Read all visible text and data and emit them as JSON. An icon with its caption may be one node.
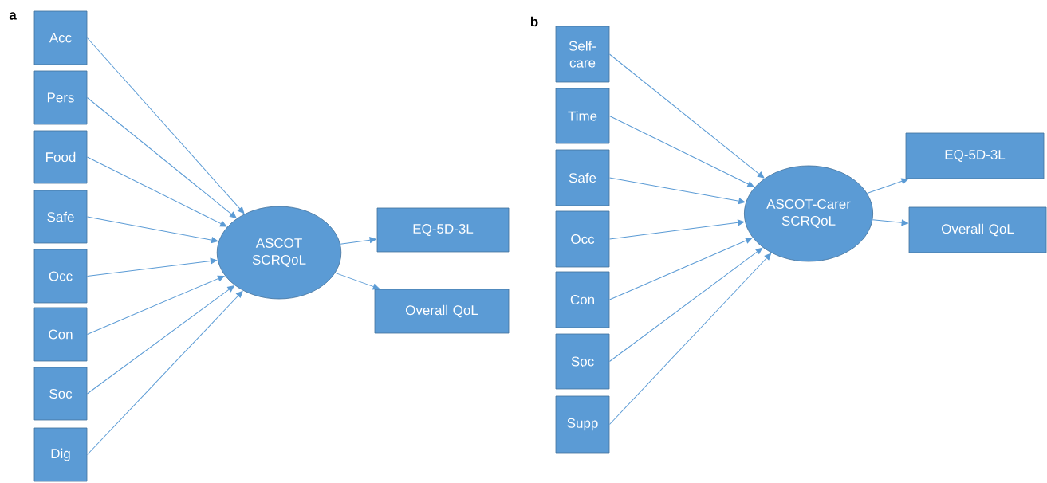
{
  "diagram": {
    "nodes": [
      {
        "text": [
          "Acc"
        ]
      },
      {
        "text": [
          "Pers"
        ]
      },
      {
        "text": [
          "Food"
        ]
      },
      {
        "text": [
          "Safe"
        ]
      },
      {
        "text": [
          "Occ"
        ]
      },
      {
        "text": [
          "Con"
        ]
      },
      {
        "text": [
          "Soc"
        ]
      },
      {
        "text": [
          "Dig"
        ]
      },
      {
        "text": [
          "ASCOT SCRQoL"
        ]
      },
      {
        "text": [
          "EQ-5D-3L"
        ]
      },
      {
        "text": [
          "Overall QoL"
        ]
      },
      {
        "text": [
          "Self-care"
        ]
      },
      {
        "text": [
          "Time"
        ]
      },
      {
        "text": [
          "Safe"
        ]
      },
      {
        "text": [
          "Occ"
        ]
      },
      {
        "text": [
          "Con"
        ]
      },
      {
        "text": [
          "Soc"
        ]
      },
      {
        "text": [
          "Supp"
        ]
      },
      {
        "text": [
          "ASCOT-Carer SCRQoL"
        ]
      },
      {
        "text": [
          "EQ-5D-3L"
        ]
      },
      {
        "text": [
          "Overall QoL"
        ]
      }
    ],
    "edges": [
      {
        "from": 0,
        "to": 8,
        "arrow": "to"
      },
      {
        "from": 1,
        "to": 8,
        "arrow": "to"
      },
      {
        "from": 2,
        "to": 8,
        "arrow": "to"
      },
      {
        "from": 3,
        "to": 8,
        "arrow": "to"
      },
      {
        "from": 4,
        "to": 8,
        "arrow": "to"
      },
      {
        "from": 5,
        "to": 8,
        "arrow": "to"
      },
      {
        "from": 6,
        "to": 8,
        "arrow": "to"
      },
      {
        "from": 7,
        "to": 8,
        "arrow": "to"
      },
      {
        "from": 8,
        "to": 9,
        "arrow": "to"
      },
      {
        "from": 8,
        "to": 10,
        "arrow": "to"
      },
      {
        "from": 11,
        "to": 18,
        "arrow": "to"
      },
      {
        "from": 12,
        "to": 18,
        "arrow": "to"
      },
      {
        "from": 13,
        "to": 18,
        "arrow": "to"
      },
      {
        "from": 14,
        "to": 18,
        "arrow": "to"
      },
      {
        "from": 15,
        "to": 18,
        "arrow": "to"
      },
      {
        "from": 16,
        "to": 18,
        "arrow": "to"
      },
      {
        "from": 17,
        "to": 18,
        "arrow": "to"
      },
      {
        "from": 18,
        "to": 19,
        "arrow": "to"
      },
      {
        "from": 18,
        "to": 20,
        "arrow": "to"
      }
    ],
    "labels": [
      "a",
      "b"
    ]
  }
}
